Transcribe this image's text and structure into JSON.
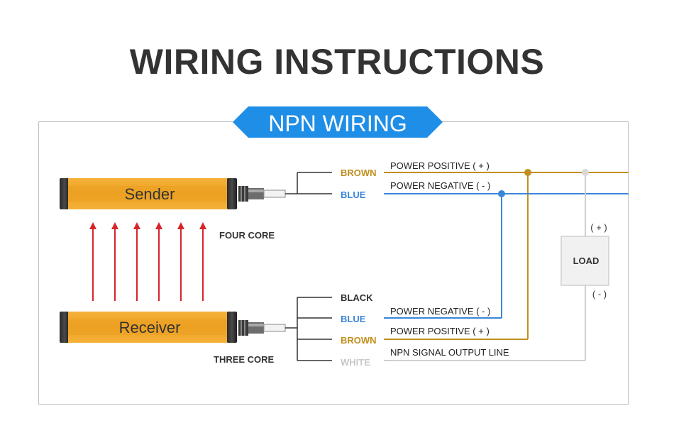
{
  "title": "WIRING INSTRUCTIONS",
  "badge": "NPN WIRING",
  "colors": {
    "brown": "#c18f1e",
    "blue": "#3a86d9",
    "white_wire": "#c8c8c8",
    "badge": "#1f8ee6",
    "sensor": "#f0a82a",
    "arrow": "#d8232a"
  },
  "sender": {
    "label": "Sender",
    "cable_label": "FOUR CORE",
    "wires": [
      {
        "color": "BROWN",
        "desc": "POWER POSITIVE ( + )"
      },
      {
        "color": "BLUE",
        "desc": "POWER NEGATIVE ( - )"
      }
    ]
  },
  "receiver": {
    "label": "Receiver",
    "cable_label": "THREE CORE",
    "wires": [
      {
        "color": "BLACK",
        "desc": ""
      },
      {
        "color": "BLUE",
        "desc": "POWER NEGATIVE ( - )"
      },
      {
        "color": "BROWN",
        "desc": "POWER POSITIVE ( + )"
      },
      {
        "color": "WHITE",
        "desc": "NPN SIGNAL OUTPUT LINE"
      }
    ]
  },
  "load": {
    "label": "LOAD",
    "plus": "( + )",
    "minus": "( - )"
  }
}
